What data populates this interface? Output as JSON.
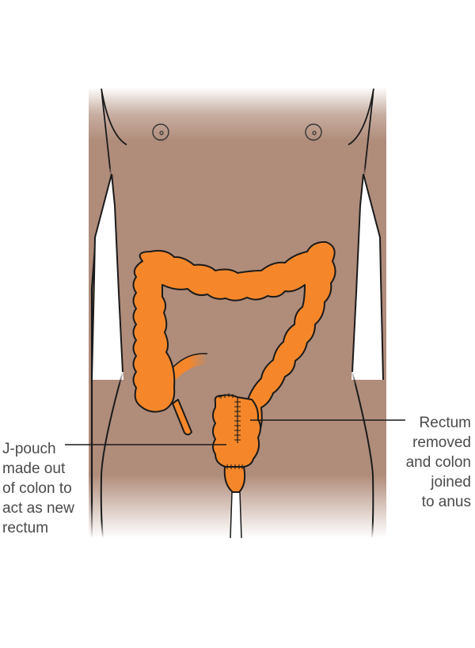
{
  "figure": {
    "subject": "Front view of torso showing colon with J-pouch after proctocolectomy",
    "colors": {
      "skin": "#b08c7a",
      "colon": "#f5872a",
      "outline": "#1a1a1a",
      "label_text": "#4a4a4a",
      "background": "#ffffff"
    }
  },
  "labels": {
    "left": {
      "text": "J-pouch\nmade out\nof colon to\nact as new\nrectum"
    },
    "right": {
      "text": "Rectum\nremoved\nand colon\njoined\nto anus"
    }
  }
}
